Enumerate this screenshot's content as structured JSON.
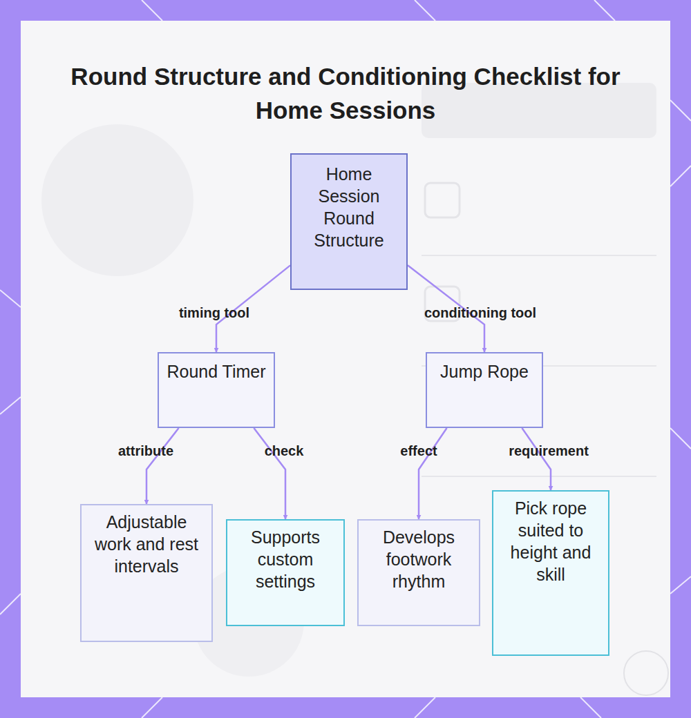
{
  "diagram": {
    "title": "Round Structure and Conditioning Checklist for Home Sessions",
    "nodes": [
      {
        "text": [
          "Home Session Round Structure"
        ]
      },
      {
        "text": [
          "Round Timer"
        ]
      },
      {
        "text": [
          "Jump Rope"
        ]
      },
      {
        "text": [
          "Adjustable work and rest intervals"
        ]
      },
      {
        "text": [
          "Supports custom settings"
        ]
      },
      {
        "text": [
          "Develops footwork rhythm"
        ]
      },
      {
        "text": [
          "Pick rope suited to height and skill"
        ]
      }
    ],
    "edges": [
      {
        "from": 0,
        "to": 1,
        "label": "timing tool",
        "arrow": "to"
      },
      {
        "from": 0,
        "to": 2,
        "label": "conditioning tool",
        "arrow": "to"
      },
      {
        "from": 1,
        "to": 3,
        "label": "attribute",
        "arrow": "to"
      },
      {
        "from": 1,
        "to": 4,
        "label": "check",
        "arrow": "to"
      },
      {
        "from": 2,
        "to": 5,
        "label": "effect",
        "arrow": "to"
      },
      {
        "from": 2,
        "to": 6,
        "label": "requirement",
        "arrow": "to"
      }
    ]
  }
}
